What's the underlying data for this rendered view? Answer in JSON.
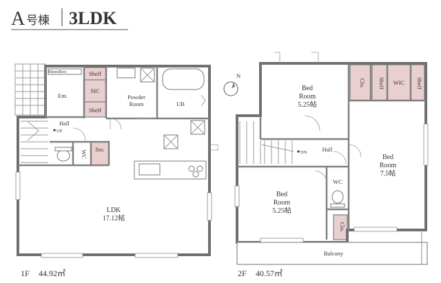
{
  "header": {
    "building": "A",
    "building_suffix": "号棟",
    "layout_type": "3LDK"
  },
  "floor1": {
    "rooms": {
      "shoesbox": "ShoesBox",
      "ent": "Ent.",
      "shelf_top": "Shelf",
      "sic": "SIC",
      "shelf_bottom": "Shelf",
      "powder_room_1": "Powder",
      "powder_room_2": "Room",
      "ub": "UB",
      "hall": "Hall",
      "up": "UP",
      "wc": "WC",
      "sto": "Sto.",
      "ldk": "LDK",
      "ldk_size": "17.12帖"
    },
    "area_label": "1F",
    "area_value": "44.92㎡"
  },
  "floor2": {
    "rooms": {
      "bed_top_1": "Bed",
      "bed_top_2": "Room",
      "bed_top_size": "5.25帖",
      "clo_top": "Clo.",
      "shelf_left": "Shelf",
      "wic": "WIC",
      "shelf_right": "Shelf",
      "hall": "Hall",
      "dn": "DN",
      "bed_right_1": "Bed",
      "bed_right_2": "Room",
      "bed_right_size": "7.5帖",
      "bed_bottom_1": "Bed",
      "bed_bottom_2": "Room",
      "bed_bottom_size": "5.25帖",
      "wc": "WC",
      "clo_bottom": "Clo.",
      "balcony": "Balcony"
    },
    "area_label": "2F",
    "area_value": "40.57㎡"
  },
  "compass": {
    "label": "N"
  },
  "colors": {
    "storage_fill": "#e9cfcf",
    "wall": "#707070"
  }
}
